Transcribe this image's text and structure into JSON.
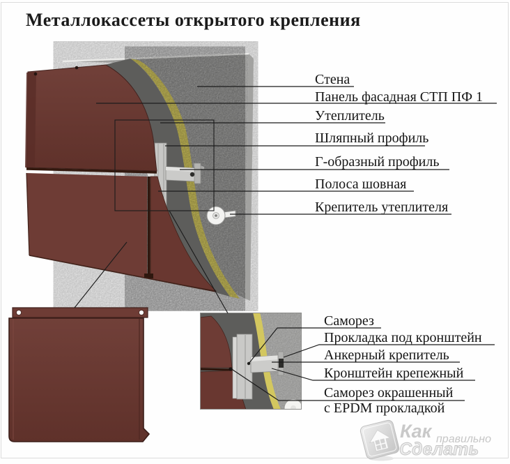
{
  "page": {
    "title": "Металлокассеты открытого крепления"
  },
  "upper_labels": [
    {
      "text": "Стена"
    },
    {
      "text": "Панель фасадная СТП ПФ 1"
    },
    {
      "text": "Утеплитель"
    },
    {
      "text": "Шляпный профиль"
    },
    {
      "text": "Г-образный профиль"
    },
    {
      "text": "Полоса шовная"
    },
    {
      "text": "Крепитель утеплителя"
    }
  ],
  "detail_labels": [
    {
      "text": "Саморез"
    },
    {
      "text": "Прокладка под кронштейн"
    },
    {
      "text": "Анкерный крепитель"
    },
    {
      "text": "Кронштейн крепежный"
    },
    {
      "text": "Саморез окрашенный"
    },
    {
      "text": "с EPDM прокладкой"
    }
  ],
  "watermark": {
    "line1": "Как",
    "line2": "правильно",
    "line3": "Сделать"
  },
  "colors": {
    "cassette_brown": "#6e3c35",
    "cassette_brown_dark": "#5c2f29",
    "insulation_yellow": "#d3c75f",
    "concrete_gray": "#c2c2c0",
    "air_gap_gray": "#5d5d5b",
    "profile_silver": "#c9c9c7",
    "leader_black": "#1c1c1c",
    "watermark_gray": "#c9c9c9"
  }
}
